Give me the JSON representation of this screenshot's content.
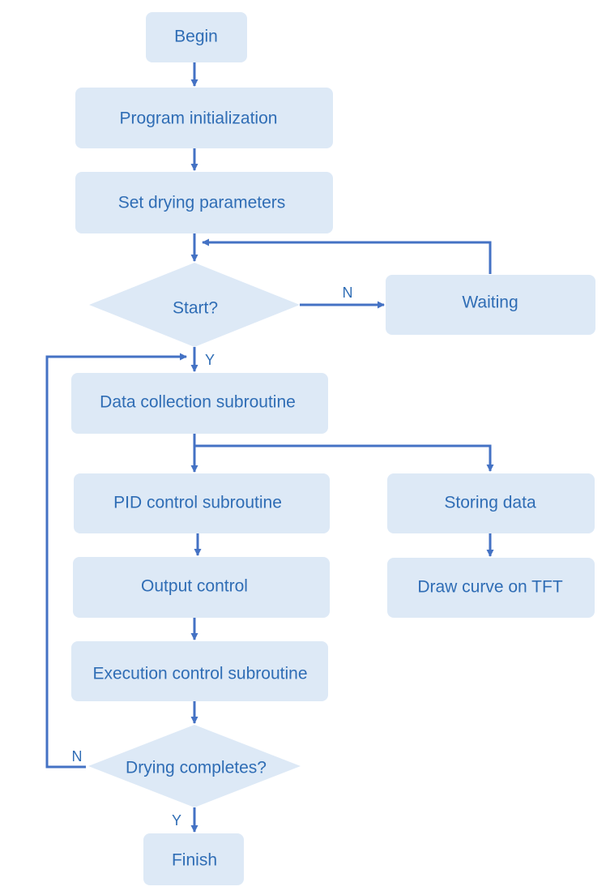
{
  "colors": {
    "node_fill": "#dde9f6",
    "node_text": "#2f6db5",
    "connector": "#4472c4",
    "background": "#ffffff"
  },
  "nodes": {
    "begin": "Begin",
    "program_init": "Program initialization",
    "set_params": "Set drying parameters",
    "start": "Start?",
    "waiting": "Waiting",
    "data_collection": "Data collection subroutine",
    "pid_control": "PID control subroutine",
    "storing_data": "Storing data",
    "output_control": "Output control",
    "draw_curve": "Draw curve on TFT",
    "execution_control": "Execution control subroutine",
    "drying_completes": "Drying completes?",
    "finish": "Finish"
  },
  "edge_labels": {
    "start_no": "N",
    "start_yes": "Y",
    "drying_no": "N",
    "drying_yes": "Y"
  }
}
